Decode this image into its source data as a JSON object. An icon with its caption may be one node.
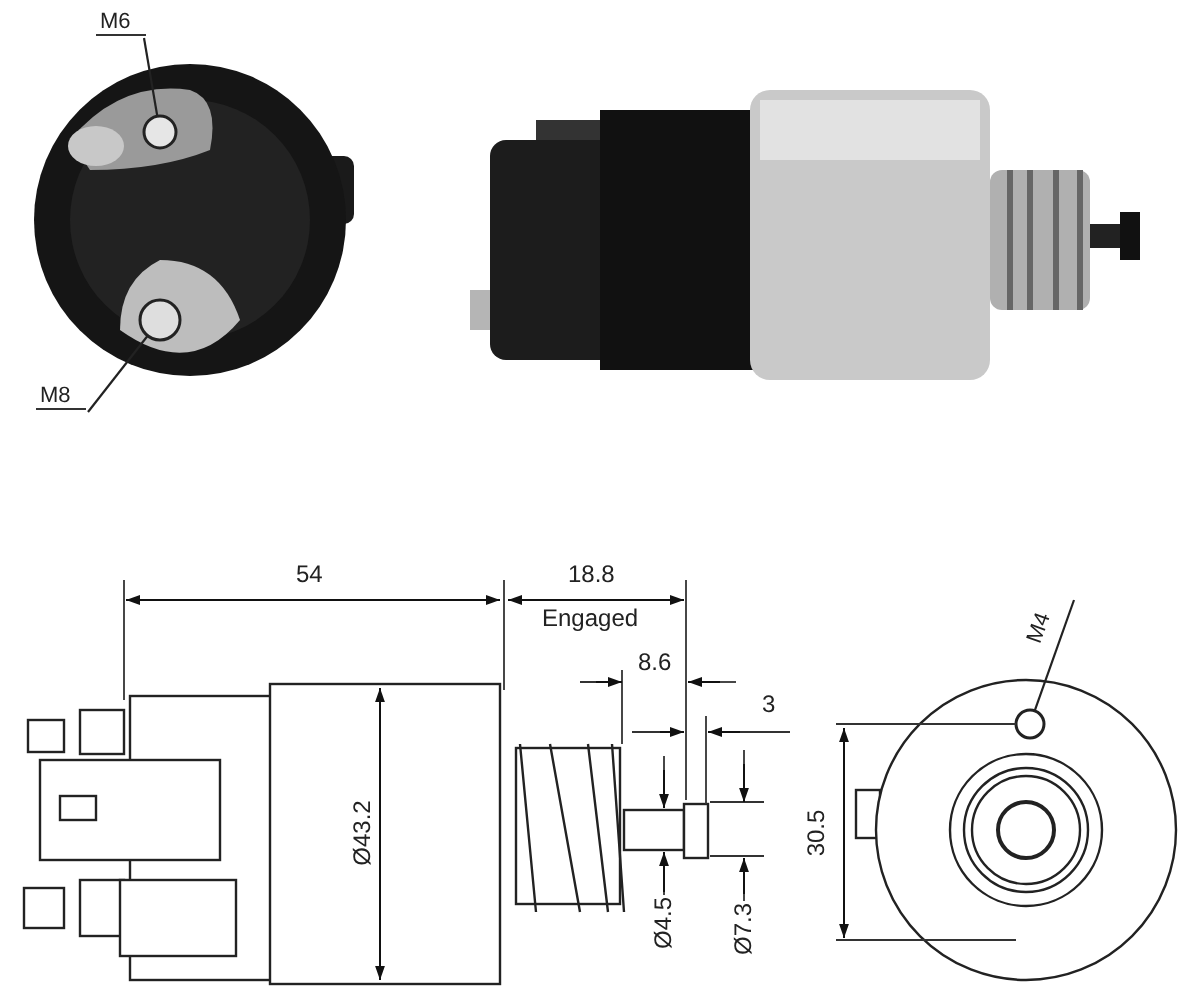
{
  "diagram": {
    "nodes": [
      {
        "text": [
          "M6"
        ]
      },
      {
        "text": [],
        "shape": "circle"
      },
      {
        "text": [
          "M8"
        ]
      },
      {
        "text": [],
        "shape": "circle"
      },
      {
        "text": [
          "M4"
        ]
      },
      {
        "text": [],
        "shape": "circle"
      }
    ],
    "edges": [
      {
        "from": 0,
        "to": 1,
        "arrow": "none"
      },
      {
        "from": 2,
        "to": 3,
        "arrow": "none"
      },
      {
        "from": 4,
        "to": 5,
        "arrow": "none"
      }
    ],
    "labels": [
      "54",
      "18.8",
      "Engaged",
      "8.6",
      "3",
      "Ø43.2",
      "30.5",
      "Ø4.5",
      "Ø7.3"
    ]
  }
}
